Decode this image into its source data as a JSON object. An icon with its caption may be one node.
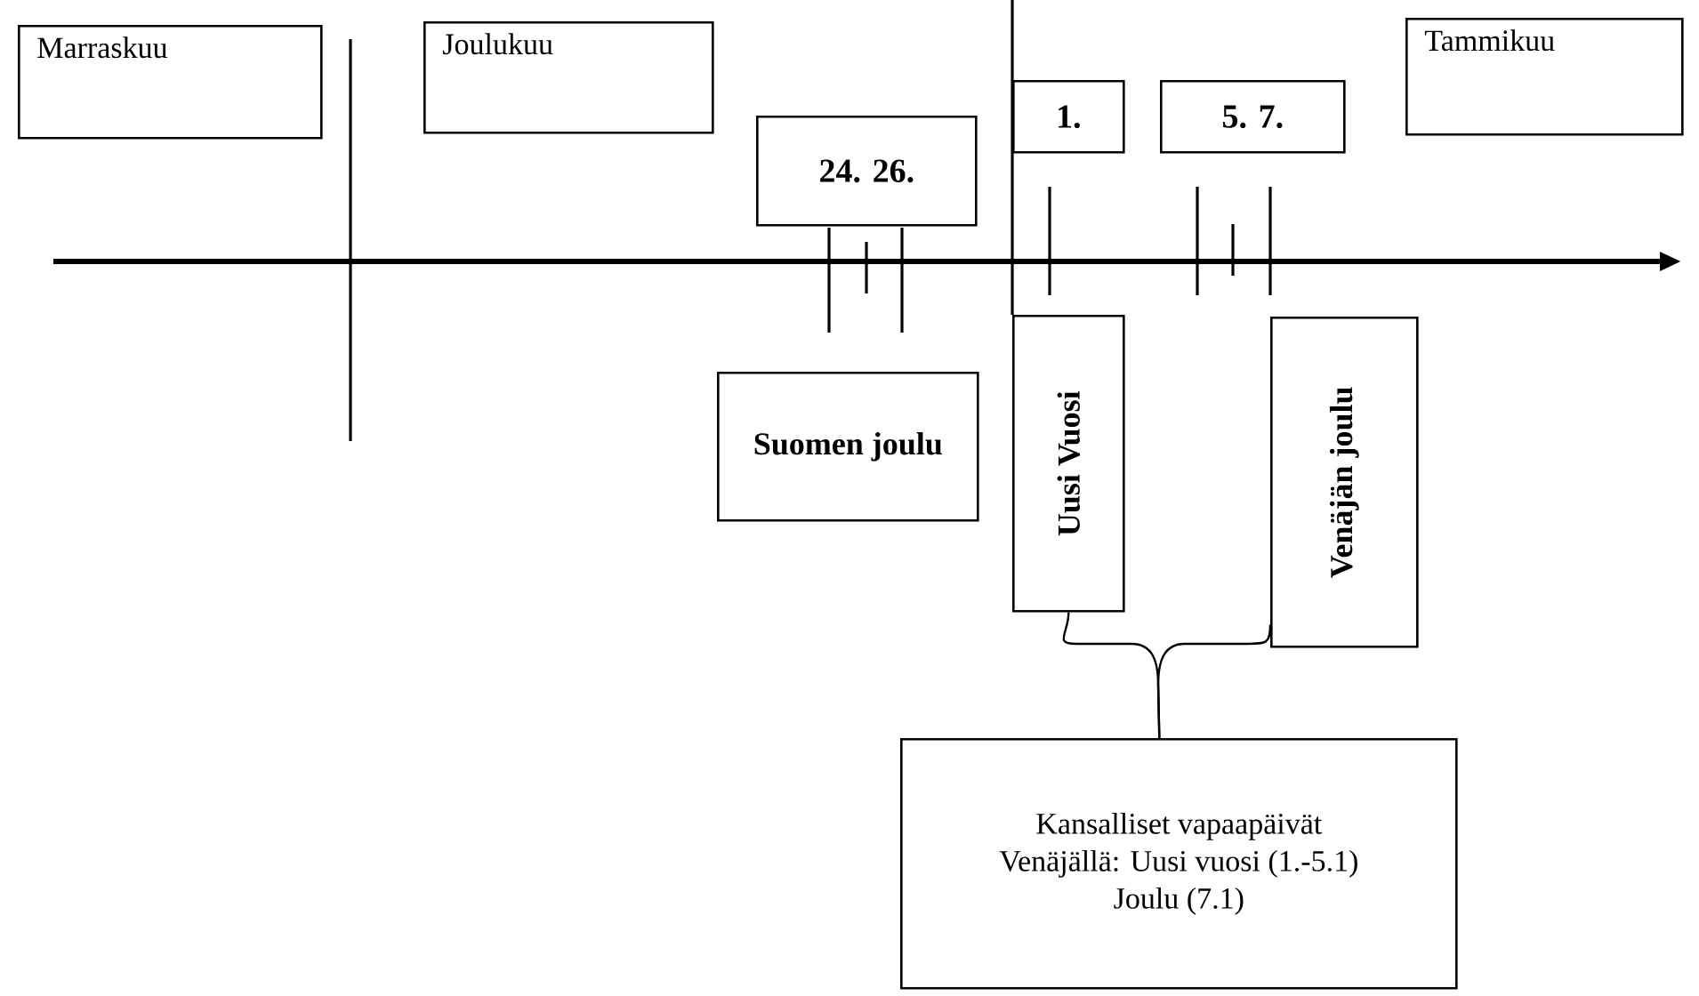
{
  "diagram": {
    "nodes": [
      {
        "text": [
          "Marraskuu"
        ]
      },
      {
        "text": [
          "Joulukuu"
        ]
      },
      {
        "text": [
          "24.  26."
        ]
      },
      {
        "text": [
          "1."
        ]
      },
      {
        "text": [
          "5.  7."
        ]
      },
      {
        "text": [
          "Tammikuu"
        ]
      },
      {
        "text": [
          "Suomen joulu"
        ]
      },
      {
        "text": [
          "Uusi Vuosi"
        ]
      },
      {
        "text": [
          "Venäjän joulu"
        ]
      },
      {
        "text": [
          "Kansalliset vapaapäivät Venäjällä: Uusi vuosi (1.-5.1) Joulu (7.1)"
        ]
      }
    ],
    "edges": [
      {
        "from": 7,
        "to": 9,
        "arrow": "none"
      },
      {
        "from": 8,
        "to": 9,
        "arrow": "none"
      }
    ]
  }
}
